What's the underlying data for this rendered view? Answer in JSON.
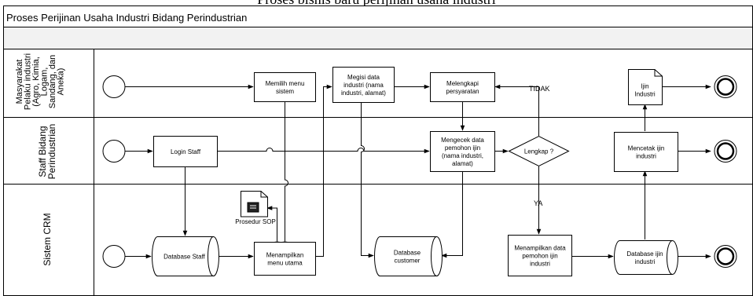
{
  "caption": "Proses bisnis baru perijinan usaha industri",
  "pool_title": "Proses Perijinan Usaha Industri Bidang Perindustrian",
  "lanes": [
    {
      "id": "masyarakat",
      "label_lines": [
        "Masyarakat",
        "Pelaku industri",
        "(Agro, Kimia,",
        "Logam,",
        "Sandang, dan",
        "Aneka)"
      ]
    },
    {
      "id": "staff",
      "label_lines": [
        "Staff Bidang",
        "Perindustrian"
      ]
    },
    {
      "id": "crm",
      "label_lines": [
        "Sistem CRM"
      ]
    }
  ],
  "nodes": {
    "start_1": {
      "type": "start"
    },
    "start_2": {
      "type": "start"
    },
    "start_3": {
      "type": "start"
    },
    "memilih_menu": {
      "type": "task",
      "lines": [
        "Memilih menu",
        "sistem"
      ]
    },
    "megisi_data": {
      "type": "task",
      "lines": [
        "Megisi data",
        "industri (nama",
        "industri, alamat)"
      ]
    },
    "melengkapi": {
      "type": "task",
      "lines": [
        "Melengkapi",
        "persyaratan"
      ]
    },
    "ijin_industri_doc": {
      "type": "document",
      "lines": [
        "Ijin",
        "Industri"
      ]
    },
    "end_1": {
      "type": "end"
    },
    "login_staff": {
      "type": "task",
      "lines": [
        "Login Staff"
      ]
    },
    "mengecek_data": {
      "type": "task",
      "lines": [
        "Mengecek data",
        "pemohon ijin",
        "(nama industri,",
        "alamat)"
      ]
    },
    "lengkap": {
      "type": "gateway",
      "lines": [
        "Lengkap ?"
      ]
    },
    "mencetak_ijin": {
      "type": "task",
      "lines": [
        "Mencetak ijin",
        "industri"
      ]
    },
    "end_2": {
      "type": "end"
    },
    "prosedur_sop": {
      "type": "document_icon",
      "lines": [
        "Prosedur SOP"
      ]
    },
    "db_staff": {
      "type": "database",
      "lines": [
        "Database Staff"
      ]
    },
    "menampilkan_menu": {
      "type": "task",
      "lines": [
        "Menampilkan",
        "menu utama"
      ]
    },
    "db_customer": {
      "type": "database",
      "lines": [
        "Database",
        "customer"
      ]
    },
    "menampilkan_data": {
      "type": "task",
      "lines": [
        "Menampilkan data",
        "pemohon ijin",
        "industri"
      ]
    },
    "db_ijin": {
      "type": "database",
      "lines": [
        "Database ijin",
        "industri"
      ]
    },
    "end_3": {
      "type": "end"
    }
  },
  "edge_labels": {
    "tidak": "TIDAK",
    "ya": "YA"
  }
}
